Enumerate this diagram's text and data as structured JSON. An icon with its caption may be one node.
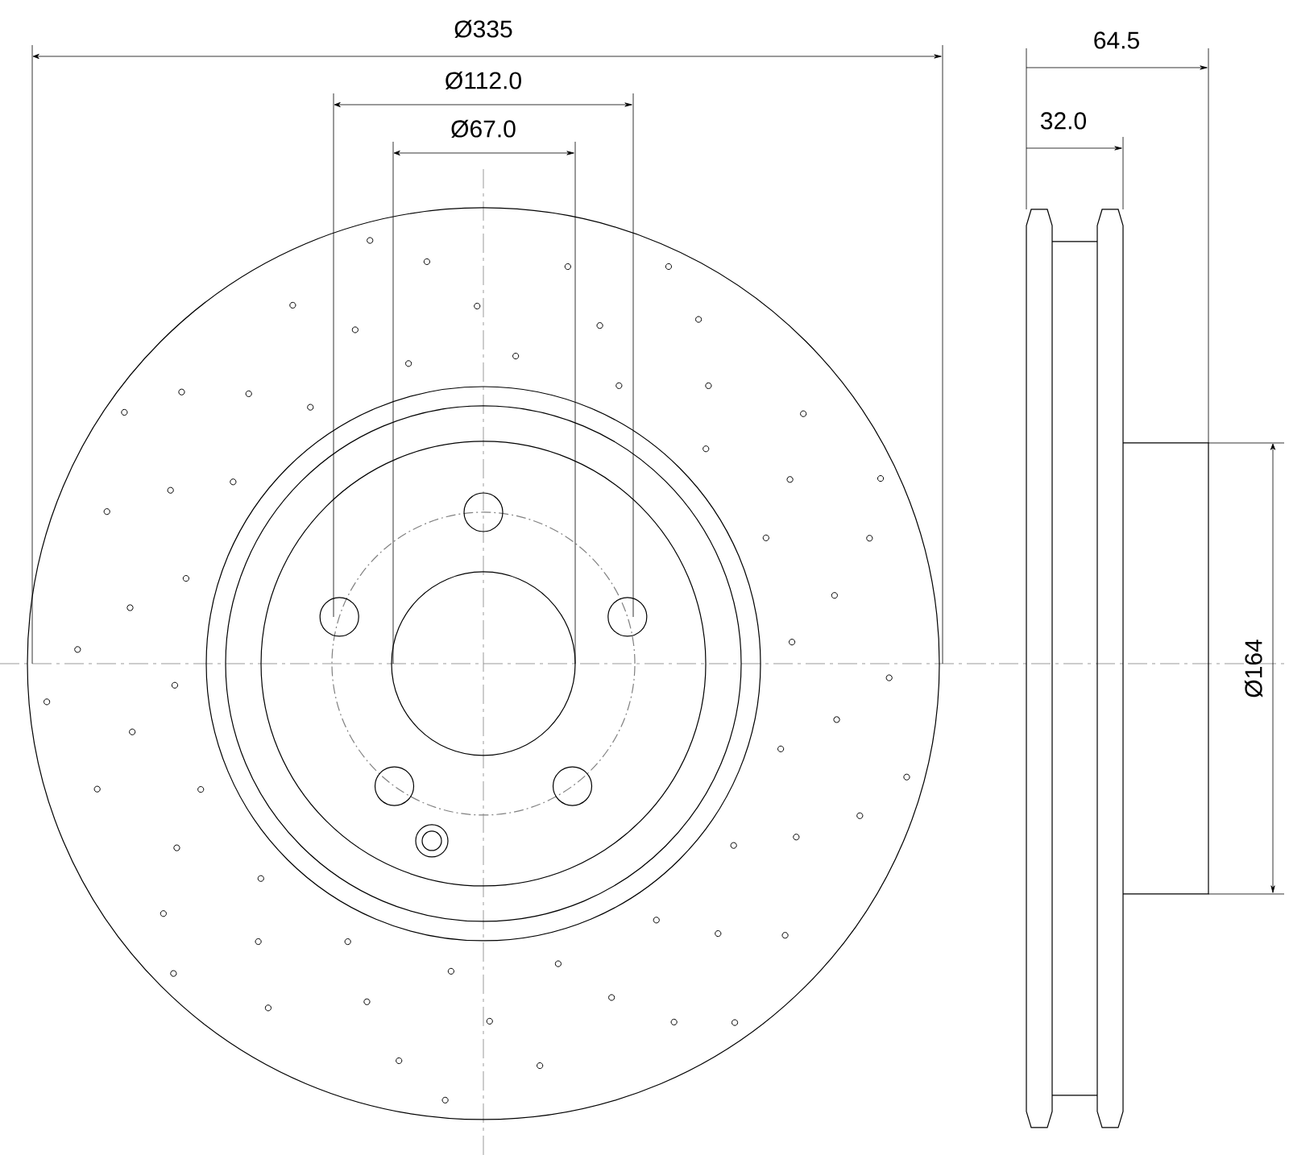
{
  "diagram": {
    "labels": [
      "Ø335",
      "Ø112.0",
      "Ø67.0",
      "64.5",
      "32.0",
      "Ø164"
    ]
  }
}
